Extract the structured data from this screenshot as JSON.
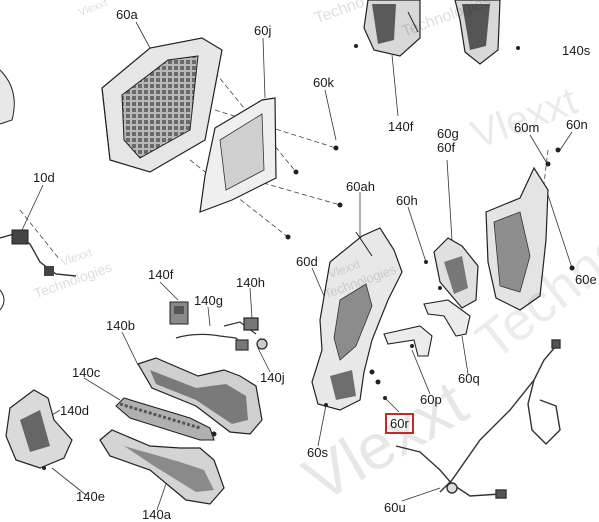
{
  "callouts": {
    "c60a": "60a",
    "c60j": "60j",
    "c60k": "60k",
    "c140s": "140s",
    "c140f": "140f",
    "c60g": "60g",
    "c60f": "60f",
    "c60m": "60m",
    "c60n": "60n",
    "c10d": "10d",
    "c60ah": "60ah",
    "c60h": "60h",
    "c60d": "60d",
    "c60e": "60e",
    "c140f_b": "140f",
    "c140h": "140h",
    "c140g": "140g",
    "c140b": "140b",
    "c140j": "140j",
    "c140c": "140c",
    "c140d": "140d",
    "c60p": "60p",
    "c60q": "60q",
    "c60r": "60r",
    "c60s": "60s",
    "c140e": "140e",
    "c140a": "140a",
    "c60u": "60u"
  },
  "highlight": {
    "callout": "60r",
    "color": "#c8262b"
  },
  "watermarks": {
    "w1": "Techno",
    "w2": "Vlexxt",
    "w3": "Technologies",
    "w4": "Vlexxt",
    "w5": "Technologies",
    "w6": "Vlexxt",
    "w7": "Technologies",
    "w8": "Vlexxt",
    "w9": "Technologies",
    "w10": "Vlexxt"
  }
}
